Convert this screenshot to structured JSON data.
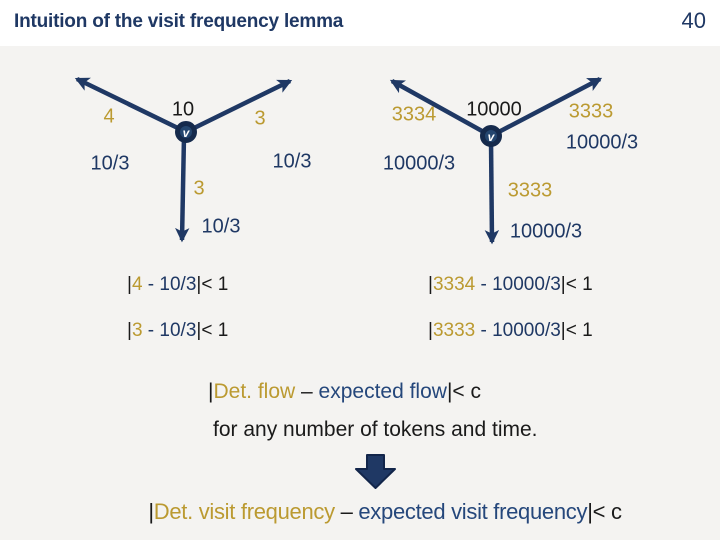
{
  "slide": {
    "title": "Intuition of the visit frequency lemma",
    "page_number": "40"
  },
  "colors": {
    "navy": "#1F3864",
    "blue": "#25477B",
    "gold": "#BB9A31",
    "ink": "#1A1A1A",
    "panel": "#F4F3F1"
  },
  "diagrams": {
    "left": {
      "node": "v",
      "tokens_total": "10",
      "token_upleft": "4",
      "token_upright": "3",
      "token_down": "3",
      "expected_left": "10/3",
      "expected_right": "10/3",
      "expected_down": "10/3"
    },
    "right": {
      "node": "v",
      "tokens_total": "10000",
      "token_upleft": "3334",
      "token_upright": "3333",
      "token_down": "3333",
      "expected_left": "10000/3",
      "expected_right": "10000/3",
      "expected_down": "10000/3"
    }
  },
  "equations": {
    "left": [
      {
        "bar_open": "|",
        "actual": "4",
        "minus": " - ",
        "expected": "10/3",
        "bar_close": "|",
        "less_than": "< 1"
      },
      {
        "bar_open": "|",
        "actual": "3",
        "minus": " - ",
        "expected": "10/3",
        "bar_close": "|",
        "less_than": "< 1"
      }
    ],
    "right": [
      {
        "bar_open": "|",
        "actual": "3334",
        "minus": " - ",
        "expected": "10000/3",
        "bar_close": "|",
        "less_than": "< 1"
      },
      {
        "bar_open": "|",
        "actual": "3333",
        "minus": " - ",
        "expected": "10000/3",
        "bar_close": "|",
        "less_than": "< 1"
      }
    ]
  },
  "conclusion": {
    "flow_line": {
      "bar_open": "|",
      "deterministic": "Det. flow",
      "dash": " – ",
      "expected": "expected flow",
      "bar_close": "|",
      "less_than": "< c"
    },
    "condition_line": "for any number of tokens and time.",
    "visit_line": {
      "bar_open": "|",
      "deterministic": "Det. visit frequency",
      "dash": " – ",
      "expected": "expected visit frequency",
      "bar_close": "|",
      "less_than": "< c"
    }
  }
}
